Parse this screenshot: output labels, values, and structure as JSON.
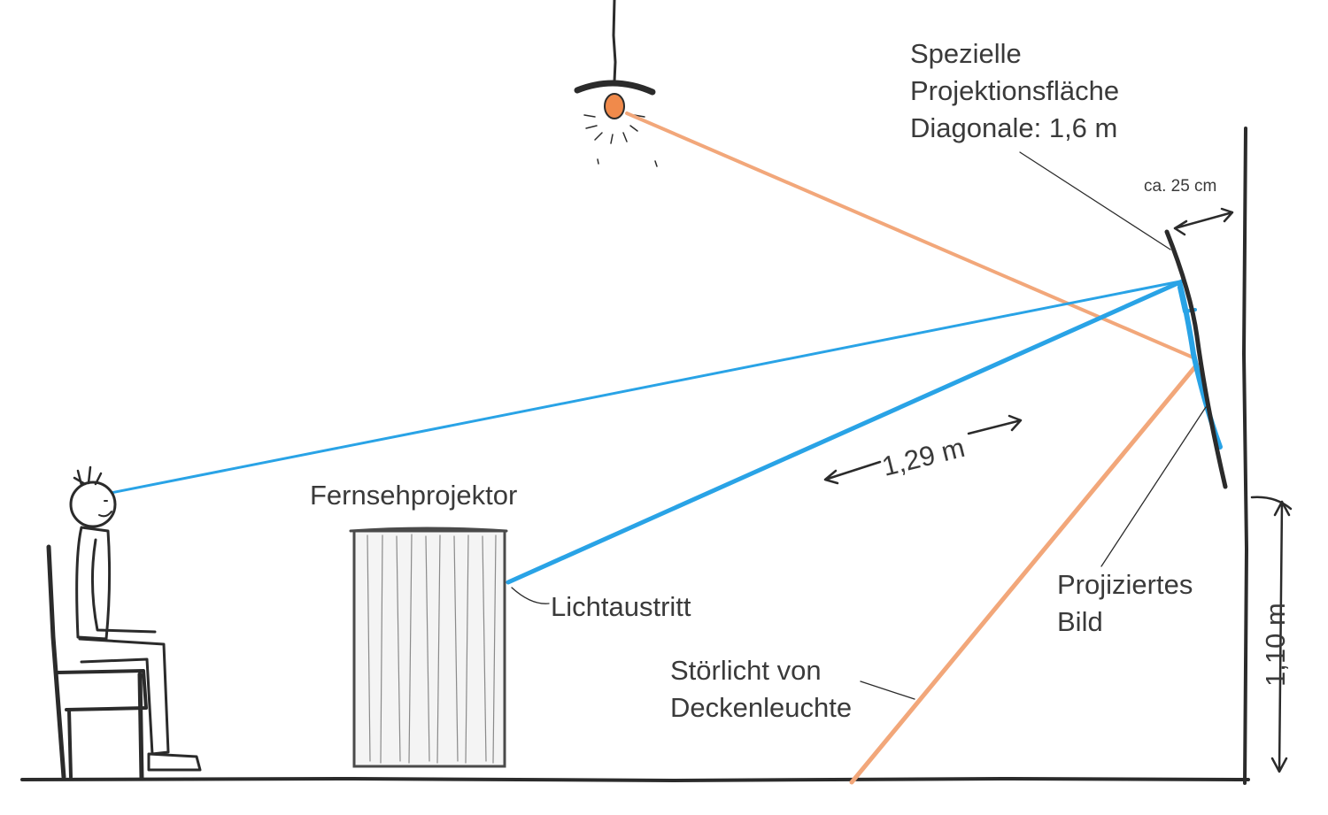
{
  "labels": {
    "screen_title_line1": "Spezielle",
    "screen_title_line2": "Projektionsfläche",
    "screen_title_line3": "Diagonale: 1,6 m",
    "gap": "ca. 25 cm",
    "distance": "1,29 m",
    "projector": "Fernsehprojektor",
    "light_exit": "Lichtaustritt",
    "projected_line1": "Projiziertes",
    "projected_line2": "Bild",
    "stray_line1": "Störlicht von",
    "stray_line2": "Deckenleuchte",
    "height": "1,10 m"
  },
  "colors": {
    "sketch": "#2b2b2b",
    "projector_light": "#29a3e6",
    "stray_light": "#f2a77a",
    "bulb": "#f08a4b"
  }
}
